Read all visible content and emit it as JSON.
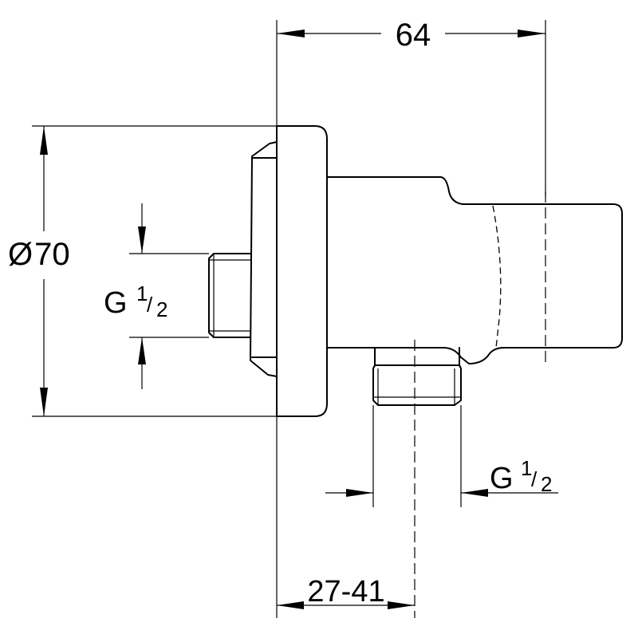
{
  "dimensions": {
    "width_overall": "64",
    "diameter_symbol": "Ø",
    "diameter_value": "70",
    "inlet_thread_main": "G",
    "inlet_thread_num": "1",
    "inlet_thread_den": "2",
    "outlet_thread_main": "G",
    "outlet_thread_num": "1",
    "outlet_thread_den": "2",
    "projection_range": "27-41"
  }
}
